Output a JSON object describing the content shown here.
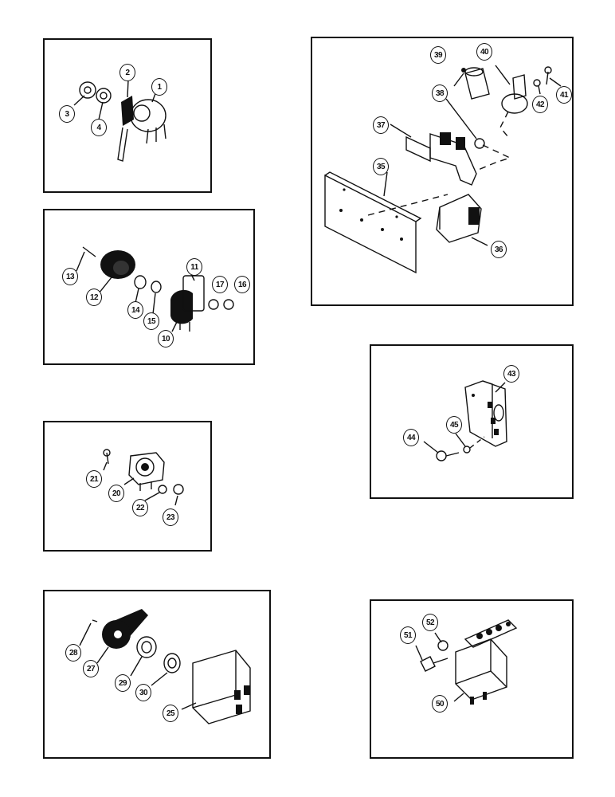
{
  "panels": {
    "p1": {
      "callouts": [
        "1",
        "2",
        "3",
        "4"
      ]
    },
    "p2": {
      "callouts": [
        "10",
        "11",
        "12",
        "13",
        "14",
        "15",
        "16",
        "17"
      ]
    },
    "p3": {
      "callouts": [
        "20",
        "21",
        "22",
        "23"
      ]
    },
    "p4": {
      "callouts": [
        "25",
        "27",
        "28",
        "29",
        "30"
      ]
    },
    "p5": {
      "callouts": [
        "35",
        "36",
        "37",
        "38",
        "39",
        "40",
        "41",
        "42"
      ]
    },
    "p6": {
      "callouts": [
        "43",
        "44",
        "45"
      ]
    },
    "p7": {
      "callouts": [
        "50",
        "51",
        "52"
      ]
    }
  },
  "colors": {
    "ink": "#111111",
    "paper": "#ffffff"
  }
}
